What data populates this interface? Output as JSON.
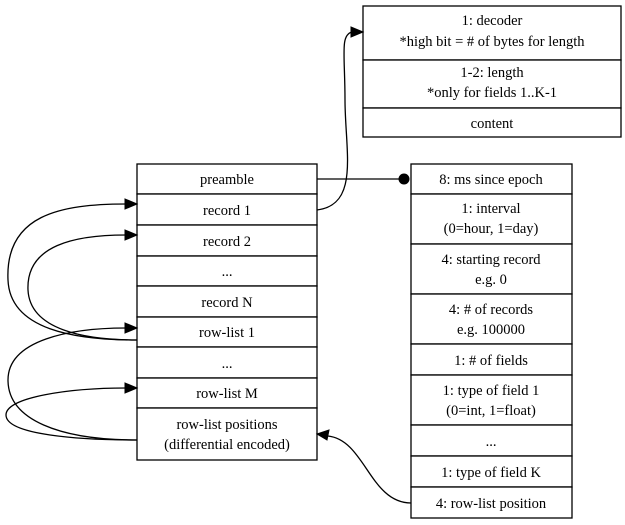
{
  "header_record": {
    "cells": [
      {
        "lines": [
          "1: decoder",
          "*high bit = # of bytes for length"
        ]
      },
      {
        "lines": [
          "1-2: length",
          "*only for fields 1..K-1"
        ]
      },
      {
        "lines": [
          "content"
        ]
      }
    ]
  },
  "file_record": {
    "cells": [
      {
        "lines": [
          "preamble"
        ]
      },
      {
        "lines": [
          "record 1"
        ]
      },
      {
        "lines": [
          "record 2"
        ]
      },
      {
        "lines": [
          "..."
        ]
      },
      {
        "lines": [
          "record N"
        ]
      },
      {
        "lines": [
          "row-list 1"
        ]
      },
      {
        "lines": [
          "..."
        ]
      },
      {
        "lines": [
          "row-list M"
        ]
      },
      {
        "lines": [
          "row-list positions",
          "(differential encoded)"
        ]
      }
    ]
  },
  "preamble_record": {
    "cells": [
      {
        "lines": [
          "8: ms since epoch"
        ]
      },
      {
        "lines": [
          "1: interval",
          "(0=hour, 1=day)"
        ]
      },
      {
        "lines": [
          "4: starting record",
          "e.g. 0"
        ]
      },
      {
        "lines": [
          "4: # of records",
          "e.g. 100000"
        ]
      },
      {
        "lines": [
          "1: # of fields"
        ]
      },
      {
        "lines": [
          "1: type of field 1",
          "(0=int, 1=float)"
        ]
      },
      {
        "lines": [
          "..."
        ]
      },
      {
        "lines": [
          "1: type of field K"
        ]
      },
      {
        "lines": [
          "4: row-list position"
        ]
      }
    ]
  },
  "colors": {
    "stroke": "#000000",
    "fill": "#ffffff"
  }
}
